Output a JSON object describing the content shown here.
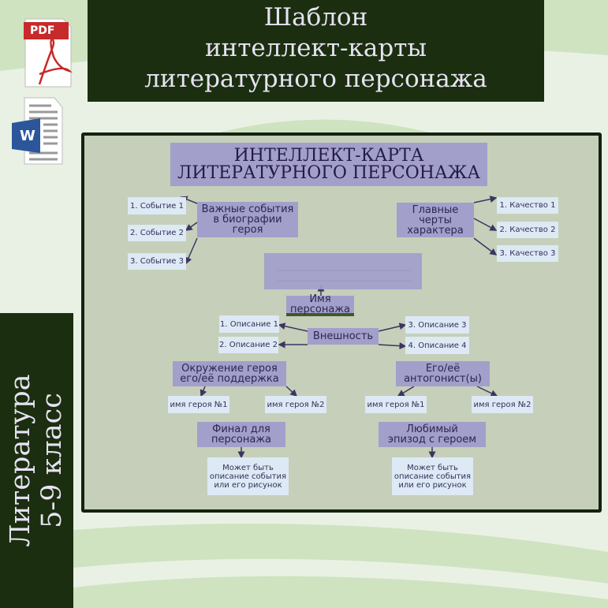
{
  "title": [
    "Шаблон",
    "интеллект-карты",
    "литературного персонажа"
  ],
  "side": [
    "Литература",
    "5-9 класс"
  ],
  "icons": {
    "pdf_label": "PDF",
    "word_label": "W"
  },
  "map": {
    "header": [
      "ИНТЕЛЛЕКТ-КАРТА",
      "ЛИТЕРАТУРНОГО ПЕРСОНАЖА"
    ],
    "events_title": [
      "Важные события",
      "в биографии",
      "героя"
    ],
    "events": [
      "1. Событие 1",
      "2. Событие 2",
      "3. Событие 3"
    ],
    "traits_title": [
      "Главные черты",
      "характера"
    ],
    "traits": [
      "1. Качество 1",
      "2. Качество 2",
      "3. Качество 3"
    ],
    "name_label": "Имя персонажа",
    "appearance": "Внешность",
    "descriptions": [
      "1. Описание 1",
      "2. Описание 2",
      "3. Описание 3",
      "4. Описание 4"
    ],
    "support_title": [
      "Окружение героя",
      "его/её поддержка"
    ],
    "antagonist_title": [
      "Его/её",
      "антогонист(ы)"
    ],
    "hero_names": [
      "имя героя №1",
      "имя героя №2",
      "имя героя №1",
      "имя героя №2"
    ],
    "final_title": [
      "Финал для",
      "персонажа"
    ],
    "episode_title": [
      "Любимый",
      "эпизод с героем"
    ],
    "note": [
      "Может быть",
      "описание события",
      "или его рисунок"
    ]
  },
  "colors": {
    "dark_green": "#1b2e0f",
    "purple": "#a29fcb",
    "light_blue": "#dde9f4",
    "panel": "#c6cfba"
  }
}
